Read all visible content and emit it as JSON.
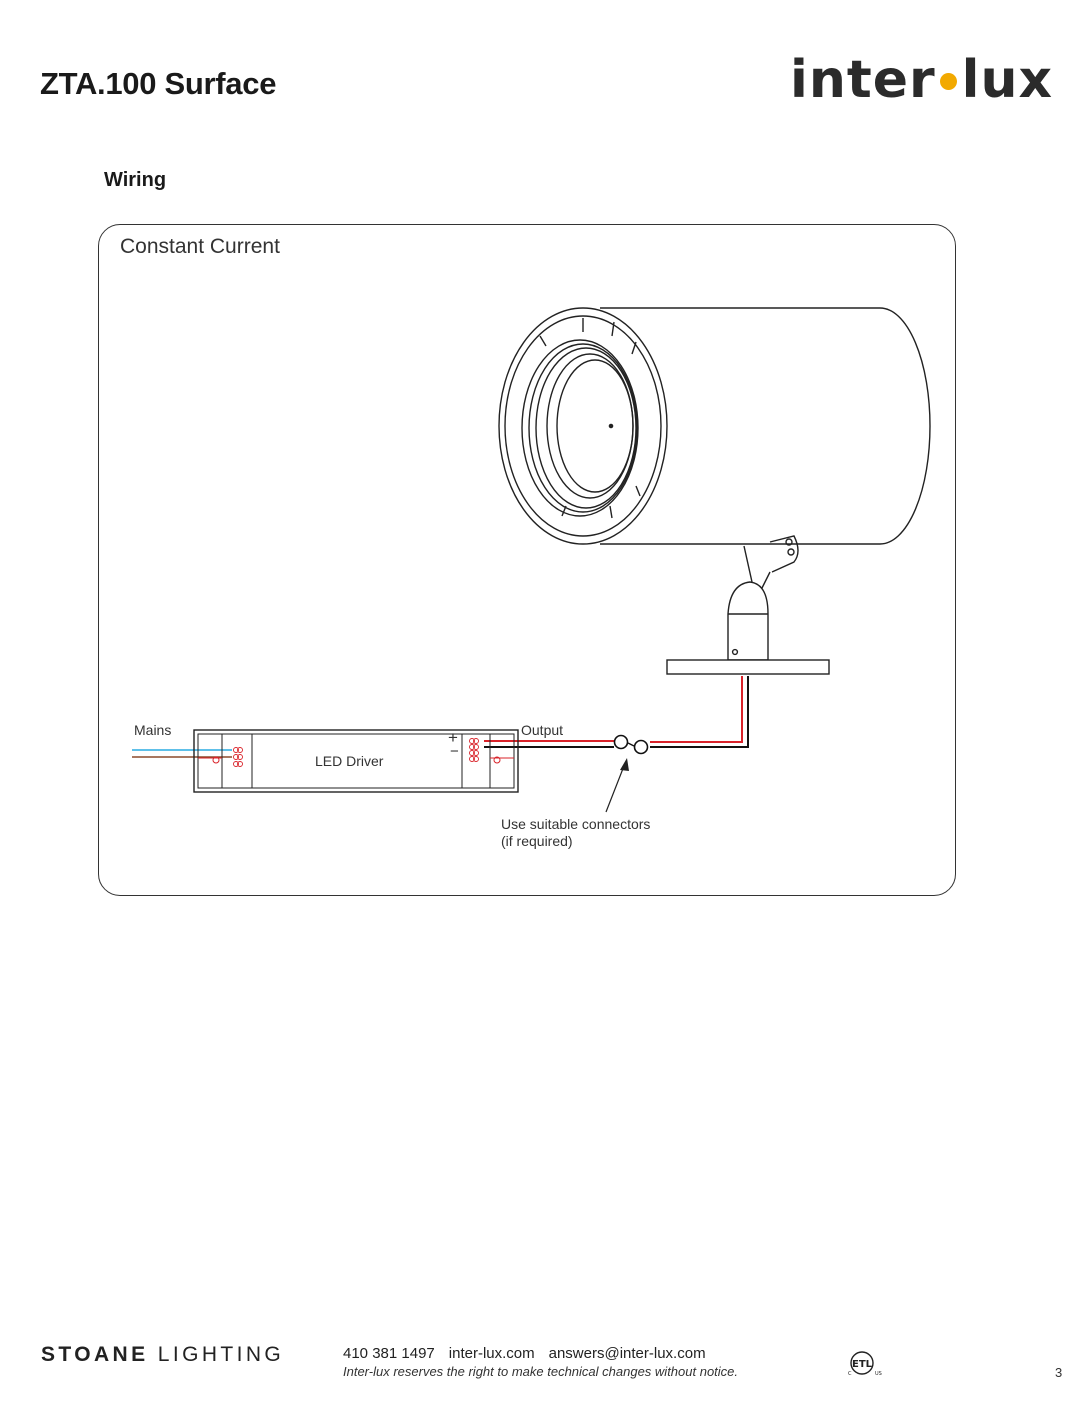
{
  "header": {
    "title": "ZTA.100 Surface",
    "logo_left": "inter",
    "logo_right": "lux"
  },
  "section": {
    "heading": "Wiring"
  },
  "diagram": {
    "panel_title": "Constant Current",
    "labels": {
      "mains": "Mains",
      "output": "Output",
      "driver": "LED Driver",
      "plus": "+",
      "minus": "−",
      "note_line1": "Use suitable connectors",
      "note_line2": "(if required)"
    }
  },
  "footer": {
    "brand_bold": "STOANE",
    "brand_light": "LIGHTING",
    "phone": "410 381 1497",
    "website": "inter-lux.com",
    "email": "answers@inter-lux.com",
    "notice": "Inter-lux reserves the right to make technical changes without notice.",
    "cert_mark": "ETL",
    "cert_left": "C",
    "cert_right": "US",
    "page_number": "3"
  },
  "colors": {
    "logo_dot": "#f2a900",
    "wire_red": "#d9232a",
    "wire_blue": "#29abe2",
    "wire_brown": "#8b4a2b"
  }
}
